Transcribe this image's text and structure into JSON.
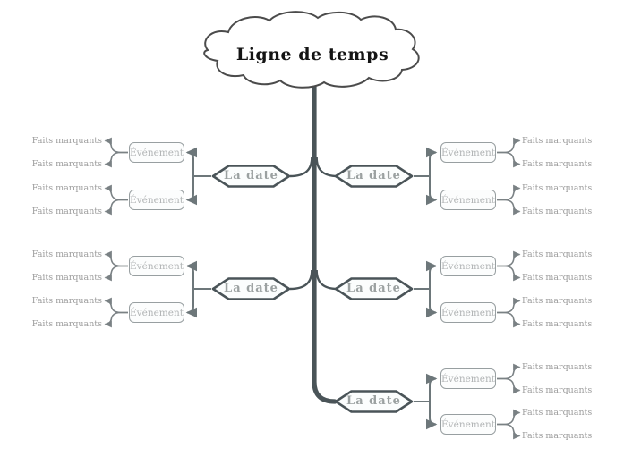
{
  "diagram": {
    "title": "Ligne de temps",
    "node_labels": {
      "date": "La date",
      "event": "Événement",
      "fact": "Faits marquants"
    },
    "colors": {
      "background": "#ffffff",
      "trunk": "#4a5458",
      "cloud_border": "#4b4b4b",
      "hexagon_border": "#4a5458",
      "hexagon_fill": "#fbfdfd",
      "connector": "#6d777a",
      "fork_connector": "#7a8184",
      "event_border": "#989fa1",
      "event_fill": "#fcfdfd",
      "date_text": "#9ba1a1",
      "event_text": "#b1b4b5",
      "fact_text": "#9c9c9c",
      "title_text": "#141414"
    },
    "structure": {
      "root": "Ligne de temps",
      "branches": [
        {
          "side": "left",
          "date_nodes": 2
        },
        {
          "side": "right",
          "date_nodes": 3
        }
      ],
      "events_per_date": 2,
      "facts_per_event": 2
    }
  }
}
